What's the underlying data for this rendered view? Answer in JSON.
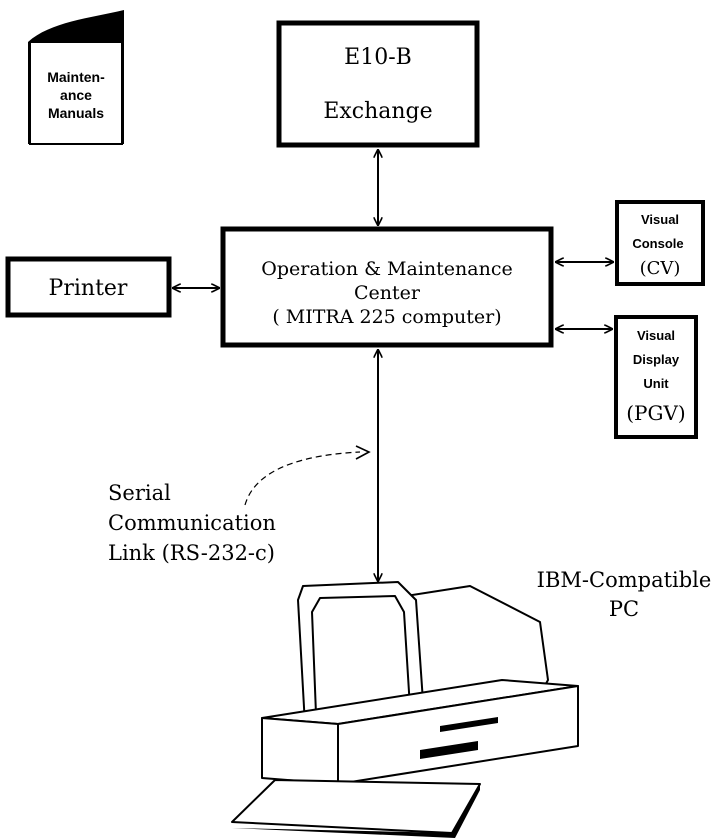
{
  "nodes": {
    "manuals": {
      "line1": "Mainten-",
      "line2": "ance",
      "line3": "Manuals"
    },
    "exchange": {
      "line1": "E10-B",
      "line2": "Exchange"
    },
    "printer": {
      "label": "Printer"
    },
    "omc": {
      "line1": "Operation & Maintenance",
      "line2": "Center",
      "line3": "( MITRA 225 computer)"
    },
    "console": {
      "line1": "Visual",
      "line2": "Console",
      "line3": "(CV)"
    },
    "vdu": {
      "line1": "Visual",
      "line2": "Display",
      "line3": "Unit",
      "line4": "(PGV)"
    },
    "pc": {
      "line1": "IBM-Compatible",
      "line2": "PC"
    }
  },
  "link": {
    "line1": "Serial",
    "line2": "Communication",
    "line3": "Link (RS-232-c)"
  }
}
